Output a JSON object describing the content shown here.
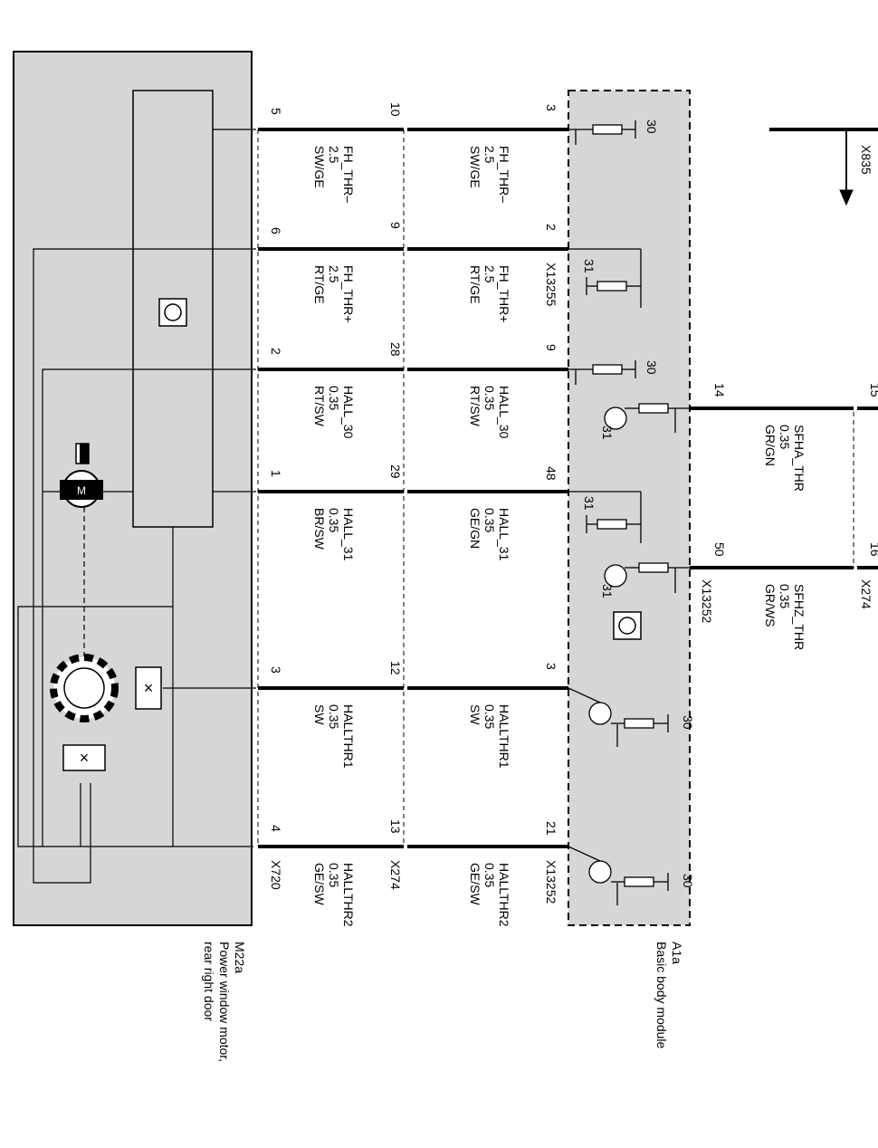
{
  "components": {
    "motor": {
      "ref": "M22a",
      "desc1": "Power window motor,",
      "desc2": "rear right door"
    },
    "module": {
      "ref": "A1a",
      "desc1": "Basic body module"
    }
  },
  "connectors": {
    "x720": "X720",
    "x274": "X274",
    "x13252": "X13252",
    "x13255": "X13255",
    "x835": "X835",
    "x274b": "X274",
    "x13252b": "X13252"
  },
  "wires": [
    {
      "id": "w1",
      "pin_motor": "5",
      "pin_mid": "10",
      "pin_module": "3",
      "left": {
        "name": "FH_THR–",
        "gauge": "2.5",
        "color": "SW/GE"
      },
      "right": {
        "name": "FH_THR–",
        "gauge": "2.5",
        "color": "SW/GE"
      }
    },
    {
      "id": "w2",
      "pin_motor": "6",
      "pin_mid": "9",
      "pin_module": "2",
      "left": {
        "name": "FH_THR+",
        "gauge": "2.5",
        "color": "RT/GE"
      },
      "right": {
        "name": "FH_THR+",
        "gauge": "2.5",
        "color": "RT/GE"
      }
    },
    {
      "id": "w3",
      "pin_motor": "2",
      "pin_mid": "28",
      "pin_module": "9",
      "left": {
        "name": "HALL_30",
        "gauge": "0.35",
        "color": "RT/SW"
      },
      "right": {
        "name": "HALL_30",
        "gauge": "0.35",
        "color": "RT/SW"
      }
    },
    {
      "id": "w4",
      "pin_motor": "1",
      "pin_mid": "29",
      "pin_module": "48",
      "left": {
        "name": "HALL_31",
        "gauge": "0.35",
        "color": "BR/SW"
      },
      "right": {
        "name": "HALL_31",
        "gauge": "0.35",
        "color": "GE/GN"
      }
    },
    {
      "id": "w5",
      "pin_motor": "3",
      "pin_mid": "12",
      "pin_module": "3",
      "left": {
        "name": "HALLTHR1",
        "gauge": "0.35",
        "color": "SW"
      },
      "right": {
        "name": "HALLTHR1",
        "gauge": "0.35",
        "color": "SW"
      }
    },
    {
      "id": "w6",
      "pin_motor": "4",
      "pin_mid": "13",
      "pin_module": "21",
      "left": {
        "name": "HALLTHR2",
        "gauge": "0.35",
        "color": "GE/SW"
      },
      "right": {
        "name": "HALLTHR2",
        "gauge": "0.35",
        "color": "GE/SW"
      }
    }
  ],
  "outputs": [
    {
      "id": "o1",
      "pin_module": "14",
      "pin_ext": "15",
      "name": "SFHA_THR",
      "gauge": "0.35",
      "color": "GR/GN"
    },
    {
      "id": "o2",
      "pin_module": "50",
      "pin_ext": "16",
      "name": "SFHZ_THR",
      "gauge": "0.35",
      "color": "GR/WS"
    }
  ],
  "terminals": {
    "t30": "30",
    "t31": "31"
  },
  "colors": {
    "module_fill": "#d6d6d6",
    "line": "#000000"
  }
}
